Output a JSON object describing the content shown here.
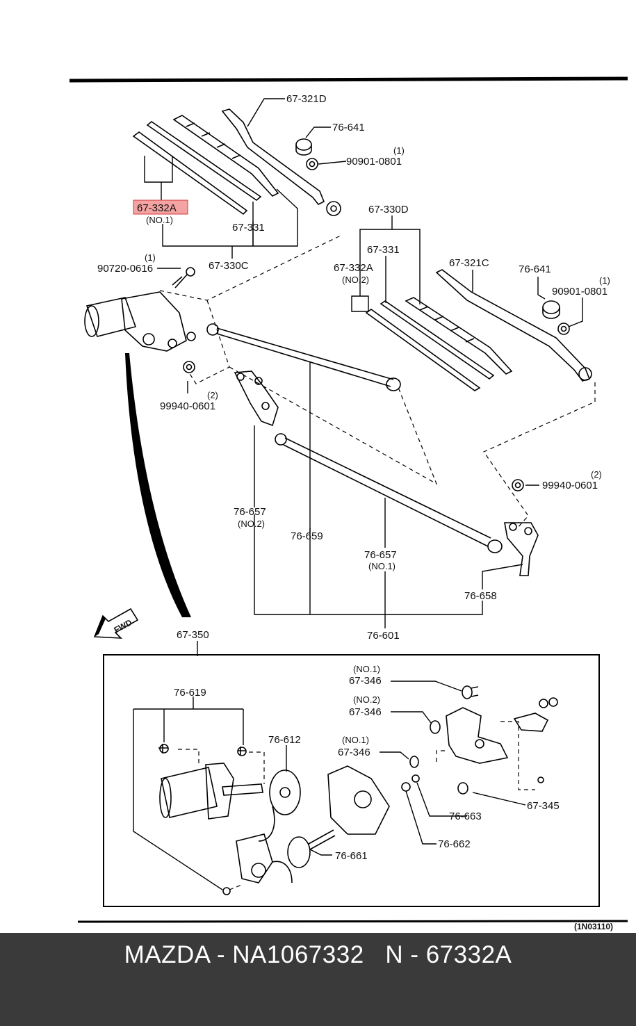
{
  "colors": {
    "highlight_fill": "#f4a3a3",
    "highlight_border": "#d33a3a",
    "footer_bg": "#3a3a3a",
    "footer_text": "#ffffff"
  },
  "labels": {
    "p67_321D": "67-321D",
    "p76_641_a": "76-641",
    "qty_1_a": "(1)",
    "p90901_a": "90901-0801",
    "p67_332A_no1": "67-332A",
    "no1_a": "(NO.1)",
    "p67_331_a": "67-331",
    "p67_330C": "67-330C",
    "qty_1_b": "(1)",
    "p90720": "90720-0616",
    "p67_330D": "67-330D",
    "p67_331_b": "67-331",
    "p67_332A_no2": "67-332A",
    "no2_a": "(NO.2)",
    "p67_321C": "67-321C",
    "p76_641_b": "76-641",
    "qty_1_c": "(1)",
    "p90901_b": "90901-0801",
    "qty_2_a": "(2)",
    "p99940_a": "99940-0601",
    "qty_2_b": "(2)",
    "p99940_b": "99940-0601",
    "p76_657_no2": "76-657",
    "no2_b": "(NO.2)",
    "p76_659": "76-659",
    "p76_657_no1": "76-657",
    "no1_b": "(NO.1)",
    "p76_658": "76-658",
    "p76_601": "76-601",
    "fwd": "FWD",
    "p67_350": "67-350",
    "no1_c": "(NO.1)",
    "p67_346_a": "67-346",
    "no2_c": "(NO.2)",
    "p67_346_b": "67-346",
    "no1_d": "(NO.1)",
    "p67_346_c": "67-346",
    "p76_619": "76-619",
    "p76_612": "76-612",
    "p76_663": "76-663",
    "p67_345": "67-345",
    "p76_662": "76-662",
    "p76_661": "76-661",
    "ref_code": "(1N03110)"
  },
  "footer": {
    "text": "MAZDA - NA1067332   N - 67332A"
  }
}
